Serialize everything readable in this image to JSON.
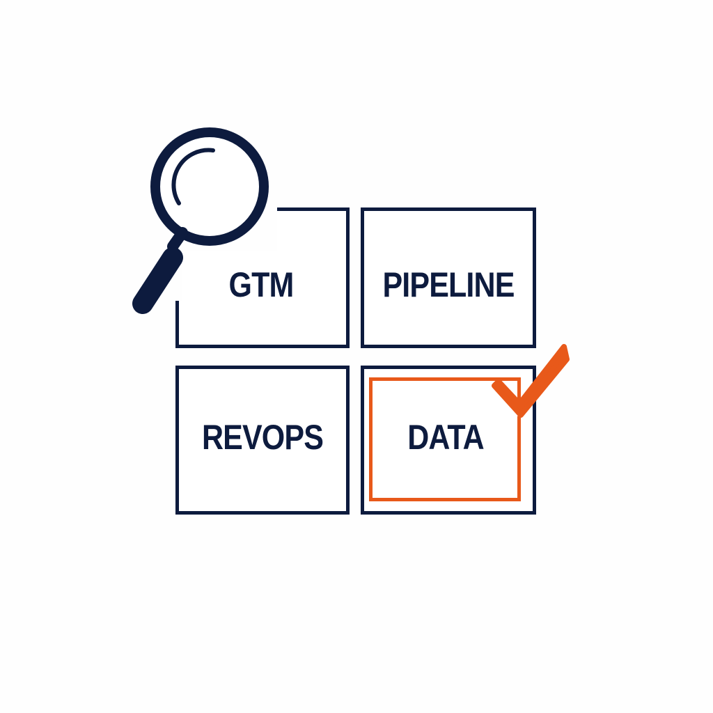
{
  "grid": {
    "cells": [
      {
        "label": "GTM"
      },
      {
        "label": "PIPELINE"
      },
      {
        "label": "REVOPS"
      },
      {
        "label": "DATA"
      }
    ]
  },
  "icons": {
    "magnifier": "magnifying-glass-icon",
    "check": "checkmark-icon"
  },
  "colors": {
    "navy": "#0d1b3e",
    "accent": "#e8591a",
    "background": "#fefefe"
  }
}
